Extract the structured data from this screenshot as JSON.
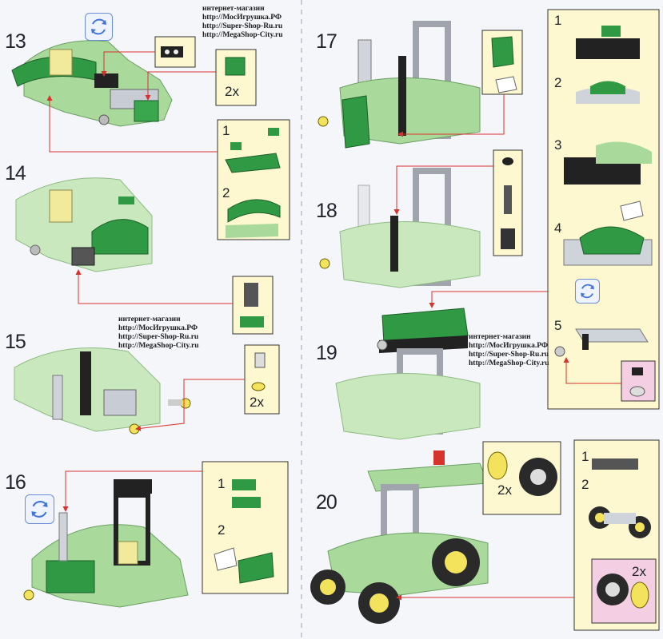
{
  "shop_info": {
    "top": [
      "интернет-магазин",
      "http://МосИгрушка.РФ",
      "http://Super-Shop-Ru.ru",
      "http://MegaShop-City.ru"
    ],
    "left": [
      "интернет-магазин",
      "http://МосИгрушка.РФ",
      "http://Super-Shop-Ru.ru",
      "http://MegaShop-City.ru"
    ],
    "right": [
      "интернет-магазин",
      "http://МосИгрушка.РФ",
      "http://Super-Shop-Ru.ru",
      "http://MegaShop-City.ru"
    ]
  },
  "steps": {
    "s13": "13",
    "s14": "14",
    "s15": "15",
    "s16": "16",
    "s17": "17",
    "s18": "18",
    "s19": "19",
    "s20": "20"
  },
  "sub_steps": {
    "s13_1": "1",
    "s13_2": "2",
    "s16_1": "1",
    "s16_2": "2",
    "s17_1": "1",
    "s17_2": "2",
    "s17_3": "3",
    "s17_4": "4",
    "s17_5": "5",
    "s20_1": "1",
    "s20_2": "2"
  },
  "quantities": {
    "s13_brick": "2x",
    "s15_axle": "2x",
    "s20_wheel": "2x",
    "s20_hub": "2x"
  },
  "icons": [
    "rotate-icon",
    "rotate-icon",
    "rotate-icon"
  ],
  "colors": {
    "callout_bg": "#fdf8cf",
    "brick_green": "#2f9a43",
    "model_green": "#9cd38d",
    "arrow_red": "#d8322d"
  }
}
